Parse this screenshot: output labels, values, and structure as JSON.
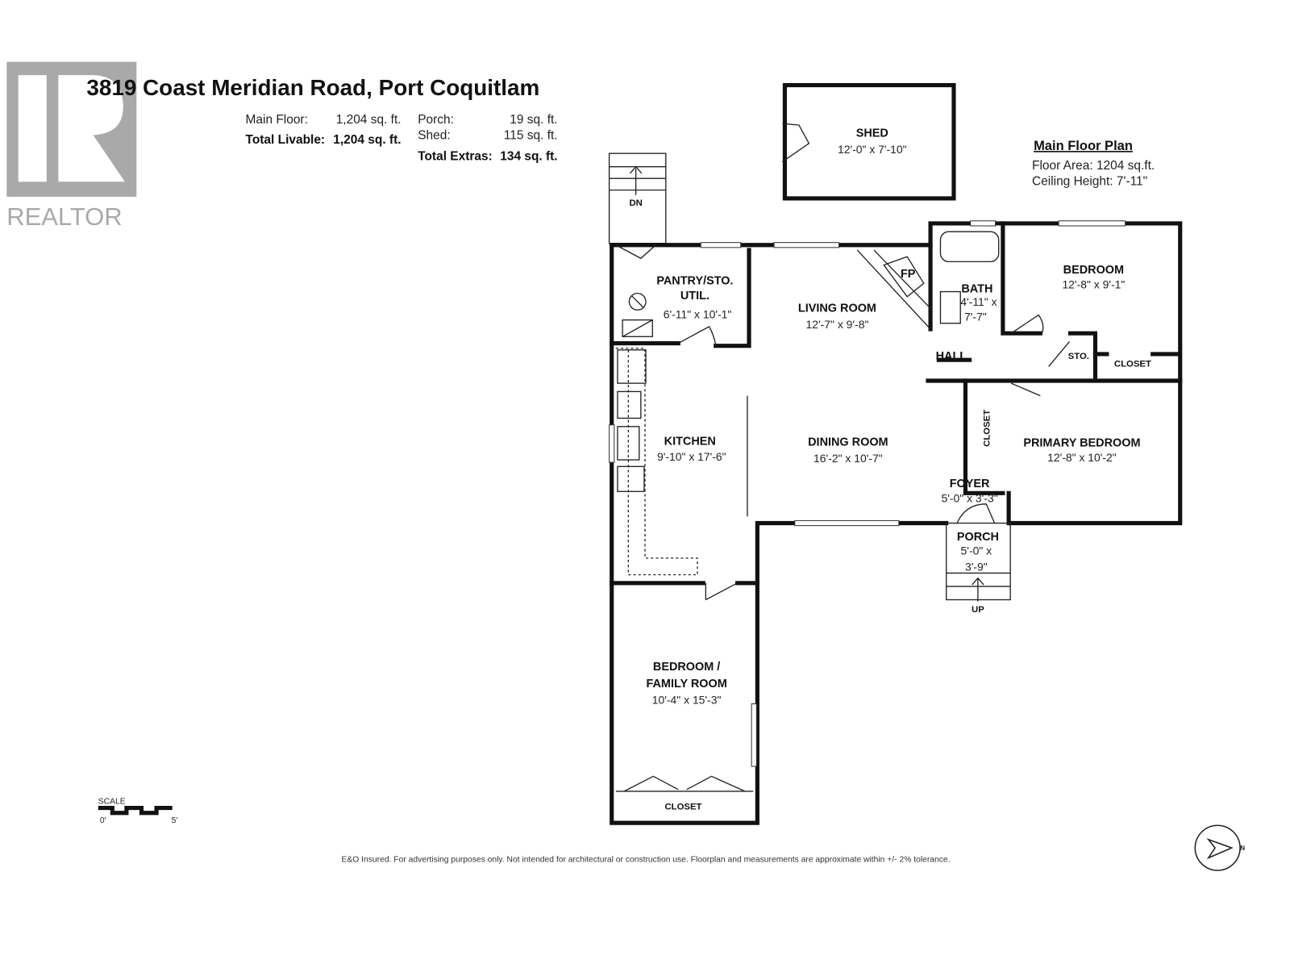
{
  "header": {
    "logo_text": "REALTOR",
    "title": "3819 Coast Meridian Road, Port Coquitlam",
    "main_floor_label": "Main Floor:",
    "main_floor_value": "1,204 sq. ft.",
    "total_livable_label": "Total Livable:",
    "total_livable_value": "1,204 sq. ft.",
    "porch_label": "Porch:",
    "porch_value": "19 sq. ft.",
    "shed_label": "Shed:",
    "shed_value": "115 sq. ft.",
    "total_extras_label": "Total Extras:",
    "total_extras_value": "134 sq. ft."
  },
  "plan_info": {
    "title": "Main Floor Plan",
    "floor_area": "Floor Area: 1204 sq.ft.",
    "ceiling_height": "Ceiling Height: 7'-11\""
  },
  "rooms": {
    "shed": {
      "name": "SHED",
      "dims": "12'-0\" x 7'-10\""
    },
    "pantry": {
      "name": "PANTRY/STO.",
      "name2": "UTIL.",
      "dims": "6'-11\" x 10'-1\""
    },
    "living": {
      "name": "LIVING ROOM",
      "dims": "12'-7\" x 9'-8\""
    },
    "fp": {
      "name": "FP"
    },
    "bath": {
      "name": "BATH",
      "dims": "4'-11\" x",
      "dims2": "7'-7\""
    },
    "bedroom": {
      "name": "BEDROOM",
      "dims": "12'-8\" x 9'-1\""
    },
    "hall": {
      "name": "HALL"
    },
    "sto": {
      "name": "STO."
    },
    "closet_bed": {
      "name": "CLOSET"
    },
    "kitchen": {
      "name": "KITCHEN",
      "dims": "9'-10\" x 17'-6\""
    },
    "dining": {
      "name": "DINING ROOM",
      "dims": "16'-2\" x 10'-7\""
    },
    "closet_primary": {
      "name": "CLOSET"
    },
    "primary": {
      "name": "PRIMARY BEDROOM",
      "dims": "12'-8\" x 10'-2\""
    },
    "foyer": {
      "name": "FOYER",
      "dims": "5'-0\" x 3'-3\""
    },
    "porch": {
      "name": "PORCH",
      "dims": "5'-0\" x",
      "dims2": "3'-9\""
    },
    "family": {
      "name": "BEDROOM /",
      "name2": "FAMILY ROOM",
      "dims": "10'-4\" x 15'-3\""
    },
    "closet_family": {
      "name": "CLOSET"
    }
  },
  "stairs": {
    "down": "DN",
    "up": "UP"
  },
  "scale": {
    "label": "SCALE",
    "min": "0'",
    "max": "5'"
  },
  "compass": {
    "north": "N"
  },
  "disclaimer": "E&O Insured. For advertising purposes only. Not intended for architectural or construction use. Floorplan and measurements are approximate within +/- 2% tolerance."
}
